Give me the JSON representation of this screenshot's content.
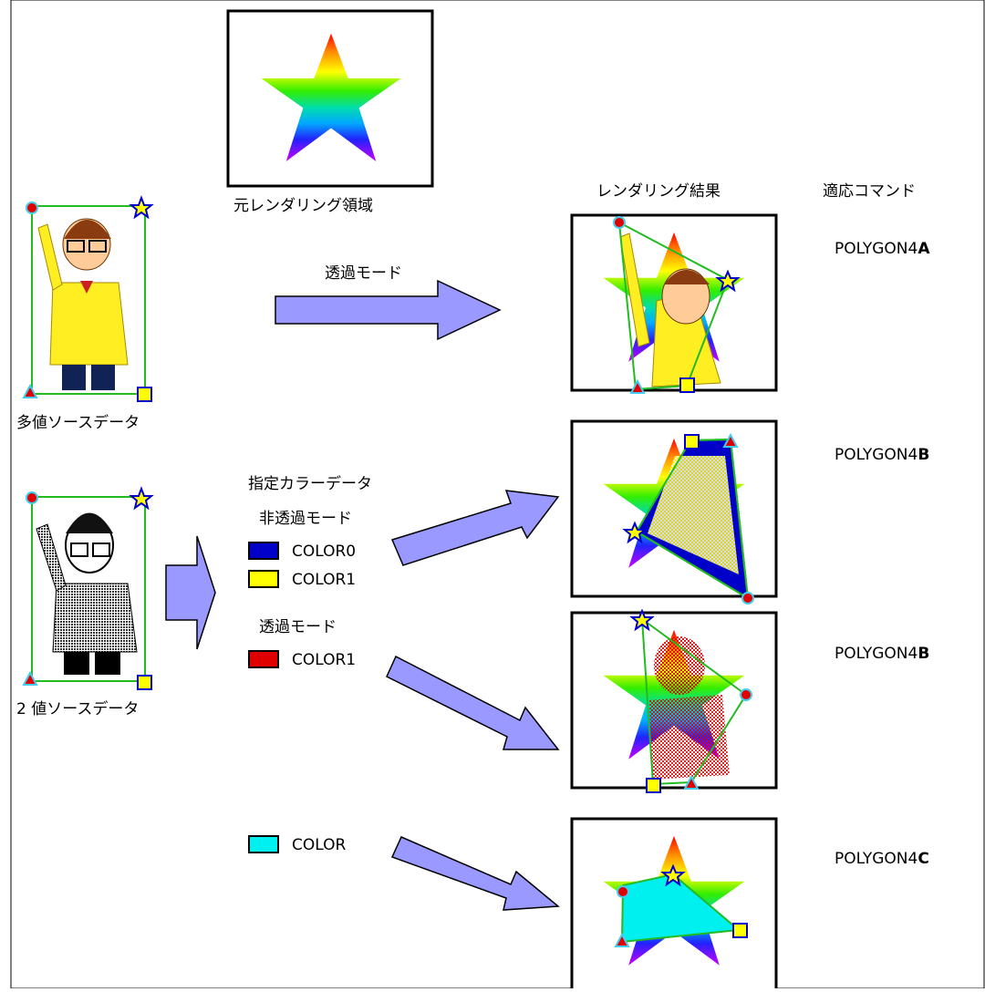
{
  "labels": {
    "original_render_area": "元レンダリング領域",
    "render_result": "レンダリング結果",
    "applied_command": "適応コマンド",
    "multi_value_source": "多値ソースデータ",
    "binary_source": "2 値ソースデータ",
    "transparent_mode_top": "透過モード",
    "specified_color_data": "指定カラーデータ",
    "non_transparent_mode": "非透過モード",
    "transparent_mode": "透過モード"
  },
  "swatches": [
    {
      "label": "COLOR0",
      "color": "#0000c8"
    },
    {
      "label": "COLOR1",
      "color": "#ffff00"
    },
    {
      "label": "COLOR1",
      "color": "#e00000"
    },
    {
      "label": "COLOR",
      "color": "#00f0f0"
    }
  ],
  "commands": [
    {
      "prefix": "POLYGON4",
      "suffix": "A"
    },
    {
      "prefix": "POLYGON4",
      "suffix": "B"
    },
    {
      "prefix": "POLYGON4",
      "suffix": "B"
    },
    {
      "prefix": "POLYGON4",
      "suffix": "C"
    }
  ],
  "colors": {
    "outline_green": "#22bb22",
    "arrow_fill": "#9999ff",
    "marker_red": "#e00000",
    "marker_cyan": "#44ccee",
    "marker_yellow": "#ffff00",
    "marker_blue": "#0000cc"
  }
}
